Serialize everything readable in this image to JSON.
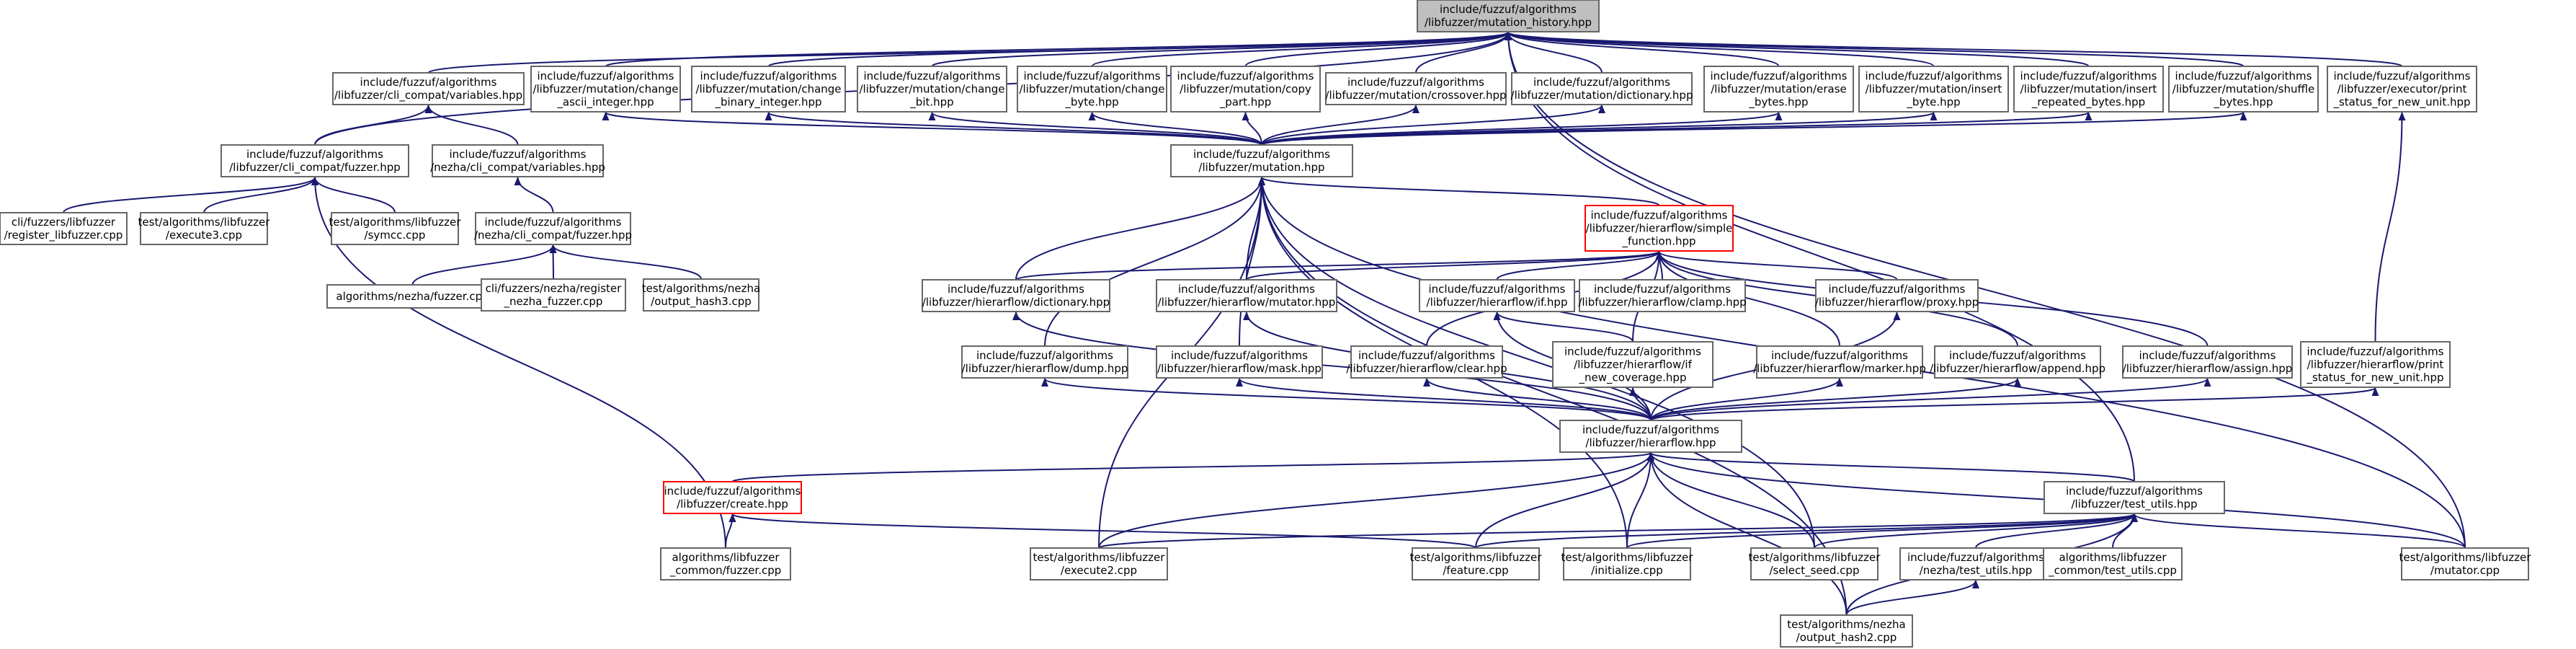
{
  "colors": {
    "node_border": "#666666",
    "node_border_highlight": "#ff0000",
    "root_fill": "#bfbfbf",
    "node_fill": "#ffffff",
    "edge": "#191970"
  },
  "nodes": [
    {
      "id": "mutation_history",
      "lines": [
        "include/fuzzuf/algorithms",
        "/libfuzzer/mutation_history.hpp"
      ],
      "root": true
    },
    {
      "id": "cli_variables",
      "lines": [
        "include/fuzzuf/algorithms",
        "/libfuzzer/cli_compat/variables.hpp"
      ]
    },
    {
      "id": "m_change_ascii",
      "lines": [
        "include/fuzzuf/algorithms",
        "/libfuzzer/mutation/change",
        "_ascii_integer.hpp"
      ]
    },
    {
      "id": "m_change_binary",
      "lines": [
        "include/fuzzuf/algorithms",
        "/libfuzzer/mutation/change",
        "_binary_integer.hpp"
      ]
    },
    {
      "id": "m_change_bit",
      "lines": [
        "include/fuzzuf/algorithms",
        "/libfuzzer/mutation/change",
        "_bit.hpp"
      ]
    },
    {
      "id": "m_change_byte",
      "lines": [
        "include/fuzzuf/algorithms",
        "/libfuzzer/mutation/change",
        "_byte.hpp"
      ]
    },
    {
      "id": "m_copy_part",
      "lines": [
        "include/fuzzuf/algorithms",
        "/libfuzzer/mutation/copy",
        "_part.hpp"
      ]
    },
    {
      "id": "m_crossover",
      "lines": [
        "include/fuzzuf/algorithms",
        "/libfuzzer/mutation/crossover.hpp"
      ]
    },
    {
      "id": "m_dictionary",
      "lines": [
        "include/fuzzuf/algorithms",
        "/libfuzzer/mutation/dictionary.hpp"
      ]
    },
    {
      "id": "m_erase_bytes",
      "lines": [
        "include/fuzzuf/algorithms",
        "/libfuzzer/mutation/erase",
        "_bytes.hpp"
      ]
    },
    {
      "id": "m_insert_byte",
      "lines": [
        "include/fuzzuf/algorithms",
        "/libfuzzer/mutation/insert",
        "_byte.hpp"
      ]
    },
    {
      "id": "m_insert_repeated",
      "lines": [
        "include/fuzzuf/algorithms",
        "/libfuzzer/mutation/insert",
        "_repeated_bytes.hpp"
      ]
    },
    {
      "id": "m_shuffle_bytes",
      "lines": [
        "include/fuzzuf/algorithms",
        "/libfuzzer/mutation/shuffle",
        "_bytes.hpp"
      ]
    },
    {
      "id": "exec_print_status",
      "lines": [
        "include/fuzzuf/algorithms",
        "/libfuzzer/executor/print",
        "_status_for_new_unit.hpp"
      ]
    },
    {
      "id": "cli_fuzzer",
      "lines": [
        "include/fuzzuf/algorithms",
        "/libfuzzer/cli_compat/fuzzer.hpp"
      ]
    },
    {
      "id": "nezha_variables",
      "lines": [
        "include/fuzzuf/algorithms",
        "/nezha/cli_compat/variables.hpp"
      ]
    },
    {
      "id": "mutation",
      "lines": [
        "include/fuzzuf/algorithms",
        "/libfuzzer/mutation.hpp"
      ]
    },
    {
      "id": "register_libfuzzer",
      "lines": [
        "cli/fuzzers/libfuzzer",
        "/register_libfuzzer.cpp"
      ]
    },
    {
      "id": "test_execute3",
      "lines": [
        "test/algorithms/libfuzzer",
        "/execute3.cpp"
      ]
    },
    {
      "id": "test_symcc",
      "lines": [
        "test/algorithms/libfuzzer",
        "/symcc.cpp"
      ]
    },
    {
      "id": "nezha_fuzzer_hpp",
      "lines": [
        "include/fuzzuf/algorithms",
        "/nezha/cli_compat/fuzzer.hpp"
      ]
    },
    {
      "id": "simple_function",
      "lines": [
        "include/fuzzuf/algorithms",
        "/libfuzzer/hierarflow/simple",
        "_function.hpp"
      ],
      "highlight": true
    },
    {
      "id": "nezha_fuzzer_cpp",
      "lines": [
        "algorithms/nezha/fuzzer.cpp"
      ]
    },
    {
      "id": "nezha_register",
      "lines": [
        "cli/fuzzers/nezha/register",
        "_nezha_fuzzer.cpp"
      ]
    },
    {
      "id": "test_output_hash3",
      "lines": [
        "test/algorithms/nezha",
        "/output_hash3.cpp"
      ]
    },
    {
      "id": "hf_dictionary",
      "lines": [
        "include/fuzzuf/algorithms",
        "/libfuzzer/hierarflow/dictionary.hpp"
      ]
    },
    {
      "id": "hf_mutator",
      "lines": [
        "include/fuzzuf/algorithms",
        "/libfuzzer/hierarflow/mutator.hpp"
      ]
    },
    {
      "id": "hf_if",
      "lines": [
        "include/fuzzuf/algorithms",
        "/libfuzzer/hierarflow/if.hpp"
      ]
    },
    {
      "id": "hf_clamp",
      "lines": [
        "include/fuzzuf/algorithms",
        "/libfuzzer/hierarflow/clamp.hpp"
      ]
    },
    {
      "id": "hf_proxy",
      "lines": [
        "include/fuzzuf/algorithms",
        "/libfuzzer/hierarflow/proxy.hpp"
      ]
    },
    {
      "id": "hf_dump",
      "lines": [
        "include/fuzzuf/algorithms",
        "/libfuzzer/hierarflow/dump.hpp"
      ]
    },
    {
      "id": "hf_mask",
      "lines": [
        "include/fuzzuf/algorithms",
        "/libfuzzer/hierarflow/mask.hpp"
      ]
    },
    {
      "id": "hf_clear",
      "lines": [
        "include/fuzzuf/algorithms",
        "/libfuzzer/hierarflow/clear.hpp"
      ]
    },
    {
      "id": "hf_if_new_coverage",
      "lines": [
        "include/fuzzuf/algorithms",
        "/libfuzzer/hierarflow/if",
        "_new_coverage.hpp"
      ]
    },
    {
      "id": "hf_marker",
      "lines": [
        "include/fuzzuf/algorithms",
        "/libfuzzer/hierarflow/marker.hpp"
      ]
    },
    {
      "id": "hf_append",
      "lines": [
        "include/fuzzuf/algorithms",
        "/libfuzzer/hierarflow/append.hpp"
      ]
    },
    {
      "id": "hf_assign",
      "lines": [
        "include/fuzzuf/algorithms",
        "/libfuzzer/hierarflow/assign.hpp"
      ]
    },
    {
      "id": "hf_print_status",
      "lines": [
        "include/fuzzuf/algorithms",
        "/libfuzzer/hierarflow/print",
        "_status_for_new_unit.hpp"
      ]
    },
    {
      "id": "hierarflow",
      "lines": [
        "include/fuzzuf/algorithms",
        "/libfuzzer/hierarflow.hpp"
      ]
    },
    {
      "id": "create_hpp",
      "lines": [
        "include/fuzzuf/algorithms",
        "/libfuzzer/create.hpp"
      ],
      "highlight": true
    },
    {
      "id": "test_utils_hpp",
      "lines": [
        "include/fuzzuf/algorithms",
        "/libfuzzer/test_utils.hpp"
      ]
    },
    {
      "id": "libfuzzer_common_fuzzer",
      "lines": [
        "algorithms/libfuzzer",
        "_common/fuzzer.cpp"
      ]
    },
    {
      "id": "test_execute2",
      "lines": [
        "test/algorithms/libfuzzer",
        "/execute2.cpp"
      ]
    },
    {
      "id": "test_feature",
      "lines": [
        "test/algorithms/libfuzzer",
        "/feature.cpp"
      ]
    },
    {
      "id": "test_initialize",
      "lines": [
        "test/algorithms/libfuzzer",
        "/initialize.cpp"
      ]
    },
    {
      "id": "test_select_seed",
      "lines": [
        "test/algorithms/libfuzzer",
        "/select_seed.cpp"
      ]
    },
    {
      "id": "nezha_test_utils",
      "lines": [
        "include/fuzzuf/algorithms",
        "/nezha/test_utils.hpp"
      ]
    },
    {
      "id": "libfuzzer_common_test_utils",
      "lines": [
        "algorithms/libfuzzer",
        "_common/test_utils.cpp"
      ]
    },
    {
      "id": "test_mutator",
      "lines": [
        "test/algorithms/libfuzzer",
        "/mutator.cpp"
      ]
    },
    {
      "id": "test_output_hash2",
      "lines": [
        "test/algorithms/nezha",
        "/output_hash2.cpp"
      ]
    }
  ],
  "edges": [
    [
      "cli_variables",
      "mutation_history"
    ],
    [
      "m_change_ascii",
      "mutation_history"
    ],
    [
      "m_change_binary",
      "mutation_history"
    ],
    [
      "m_change_bit",
      "mutation_history"
    ],
    [
      "m_change_byte",
      "mutation_history"
    ],
    [
      "m_copy_part",
      "mutation_history"
    ],
    [
      "m_crossover",
      "mutation_history"
    ],
    [
      "m_dictionary",
      "mutation_history"
    ],
    [
      "m_erase_bytes",
      "mutation_history"
    ],
    [
      "m_insert_byte",
      "mutation_history"
    ],
    [
      "m_insert_repeated",
      "mutation_history"
    ],
    [
      "m_shuffle_bytes",
      "mutation_history"
    ],
    [
      "exec_print_status",
      "mutation_history"
    ],
    [
      "cli_fuzzer",
      "mutation_history"
    ],
    [
      "test_utils_hpp",
      "mutation_history"
    ],
    [
      "test_mutator",
      "mutation_history"
    ],
    [
      "cli_fuzzer",
      "cli_variables"
    ],
    [
      "nezha_variables",
      "cli_variables"
    ],
    [
      "mutation",
      "m_change_ascii"
    ],
    [
      "mutation",
      "m_change_binary"
    ],
    [
      "mutation",
      "m_change_bit"
    ],
    [
      "mutation",
      "m_change_byte"
    ],
    [
      "mutation",
      "m_copy_part"
    ],
    [
      "mutation",
      "m_crossover"
    ],
    [
      "mutation",
      "m_dictionary"
    ],
    [
      "mutation",
      "m_erase_bytes"
    ],
    [
      "mutation",
      "m_insert_byte"
    ],
    [
      "mutation",
      "m_insert_repeated"
    ],
    [
      "mutation",
      "m_shuffle_bytes"
    ],
    [
      "hf_print_status",
      "exec_print_status"
    ],
    [
      "register_libfuzzer",
      "cli_fuzzer"
    ],
    [
      "test_execute3",
      "cli_fuzzer"
    ],
    [
      "test_symcc",
      "cli_fuzzer"
    ],
    [
      "libfuzzer_common_fuzzer",
      "cli_fuzzer"
    ],
    [
      "nezha_fuzzer_hpp",
      "nezha_variables"
    ],
    [
      "nezha_fuzzer_cpp",
      "nezha_fuzzer_hpp"
    ],
    [
      "nezha_register",
      "nezha_fuzzer_hpp"
    ],
    [
      "test_output_hash3",
      "nezha_fuzzer_hpp"
    ],
    [
      "simple_function",
      "mutation"
    ],
    [
      "hf_dictionary",
      "mutation"
    ],
    [
      "hf_mutator",
      "mutation"
    ],
    [
      "hf_dump",
      "mutation"
    ],
    [
      "hf_mask",
      "mutation"
    ],
    [
      "test_execute2",
      "mutation"
    ],
    [
      "test_initialize",
      "mutation"
    ],
    [
      "test_output_hash2",
      "mutation"
    ],
    [
      "test_select_seed",
      "mutation"
    ],
    [
      "test_mutator",
      "mutation"
    ],
    [
      "hf_dictionary",
      "simple_function"
    ],
    [
      "hf_mutator",
      "simple_function"
    ],
    [
      "hf_if",
      "simple_function"
    ],
    [
      "hf_clamp",
      "simple_function"
    ],
    [
      "hf_proxy",
      "simple_function"
    ],
    [
      "hf_clear",
      "simple_function"
    ],
    [
      "hf_if_new_coverage",
      "simple_function"
    ],
    [
      "hf_marker",
      "simple_function"
    ],
    [
      "hf_append",
      "simple_function"
    ],
    [
      "hf_assign",
      "simple_function"
    ],
    [
      "hierarflow",
      "hf_dictionary"
    ],
    [
      "hierarflow",
      "hf_mutator"
    ],
    [
      "hierarflow",
      "hf_if"
    ],
    [
      "hf_if_new_coverage",
      "hf_if"
    ],
    [
      "hierarflow",
      "hf_proxy"
    ],
    [
      "hierarflow",
      "hf_dump"
    ],
    [
      "hierarflow",
      "hf_mask"
    ],
    [
      "hierarflow",
      "hf_clear"
    ],
    [
      "hierarflow",
      "hf_if_new_coverage"
    ],
    [
      "hierarflow",
      "hf_marker"
    ],
    [
      "hierarflow",
      "hf_append"
    ],
    [
      "hierarflow",
      "hf_assign"
    ],
    [
      "hierarflow",
      "hf_print_status"
    ],
    [
      "create_hpp",
      "hierarflow"
    ],
    [
      "test_utils_hpp",
      "hierarflow"
    ],
    [
      "test_execute2",
      "hierarflow"
    ],
    [
      "test_feature",
      "hierarflow"
    ],
    [
      "test_initialize",
      "hierarflow"
    ],
    [
      "test_select_seed",
      "hierarflow"
    ],
    [
      "test_output_hash2",
      "hierarflow"
    ],
    [
      "test_mutator",
      "hierarflow"
    ],
    [
      "libfuzzer_common_fuzzer",
      "create_hpp"
    ],
    [
      "test_feature",
      "create_hpp"
    ],
    [
      "test_execute2",
      "test_utils_hpp"
    ],
    [
      "test_feature",
      "test_utils_hpp"
    ],
    [
      "test_initialize",
      "test_utils_hpp"
    ],
    [
      "test_select_seed",
      "test_utils_hpp"
    ],
    [
      "nezha_test_utils",
      "test_utils_hpp"
    ],
    [
      "libfuzzer_common_test_utils",
      "test_utils_hpp"
    ],
    [
      "test_mutator",
      "test_utils_hpp"
    ],
    [
      "test_output_hash2",
      "test_utils_hpp"
    ],
    [
      "test_output_hash2",
      "nezha_test_utils"
    ]
  ]
}
